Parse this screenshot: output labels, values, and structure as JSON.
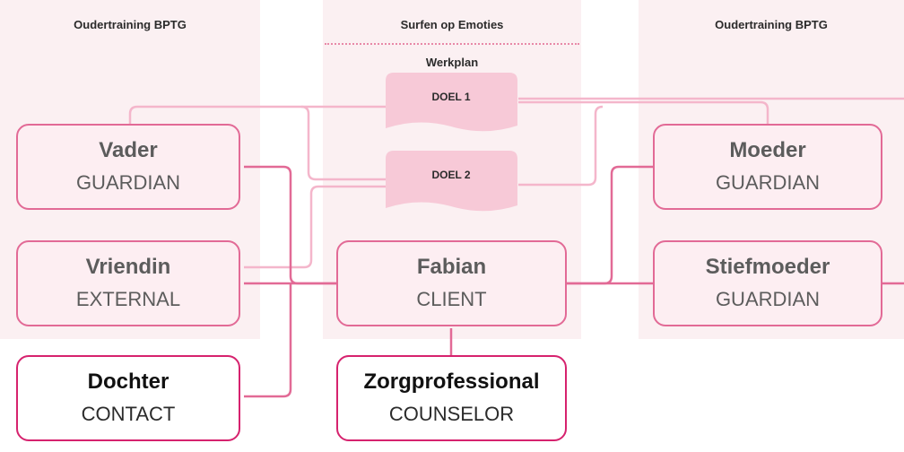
{
  "columns": [
    {
      "header": "Oudertraining BPTG"
    },
    {
      "header": "Surfen op Emoties"
    },
    {
      "header": "Oudertraining BPTG"
    }
  ],
  "werkplan": {
    "label": "Werkplan",
    "doelen": [
      {
        "label": "DOEL 1"
      },
      {
        "label": "DOEL 2"
      }
    ]
  },
  "nodes": {
    "vader": {
      "name": "Vader",
      "role": "GUARDIAN"
    },
    "vriendin": {
      "name": "Vriendin",
      "role": "EXTERNAL"
    },
    "dochter": {
      "name": "Dochter",
      "role": "CONTACT"
    },
    "fabian": {
      "name": "Fabian",
      "role": "CLIENT"
    },
    "zorgprofessional": {
      "name": "Zorgprofessional",
      "role": "COUNSELOR"
    },
    "moeder": {
      "name": "Moeder",
      "role": "GUARDIAN"
    },
    "stiefmoeder": {
      "name": "Stiefmoeder",
      "role": "GUARDIAN"
    }
  },
  "colors": {
    "accent": "#e26a96",
    "accent_strong": "#d6226e",
    "node_fill": "#fdeef2",
    "column_fill": "#fbf0f2",
    "light_line": "#f4b6cb",
    "doc_fill": "#f7c9d7"
  }
}
